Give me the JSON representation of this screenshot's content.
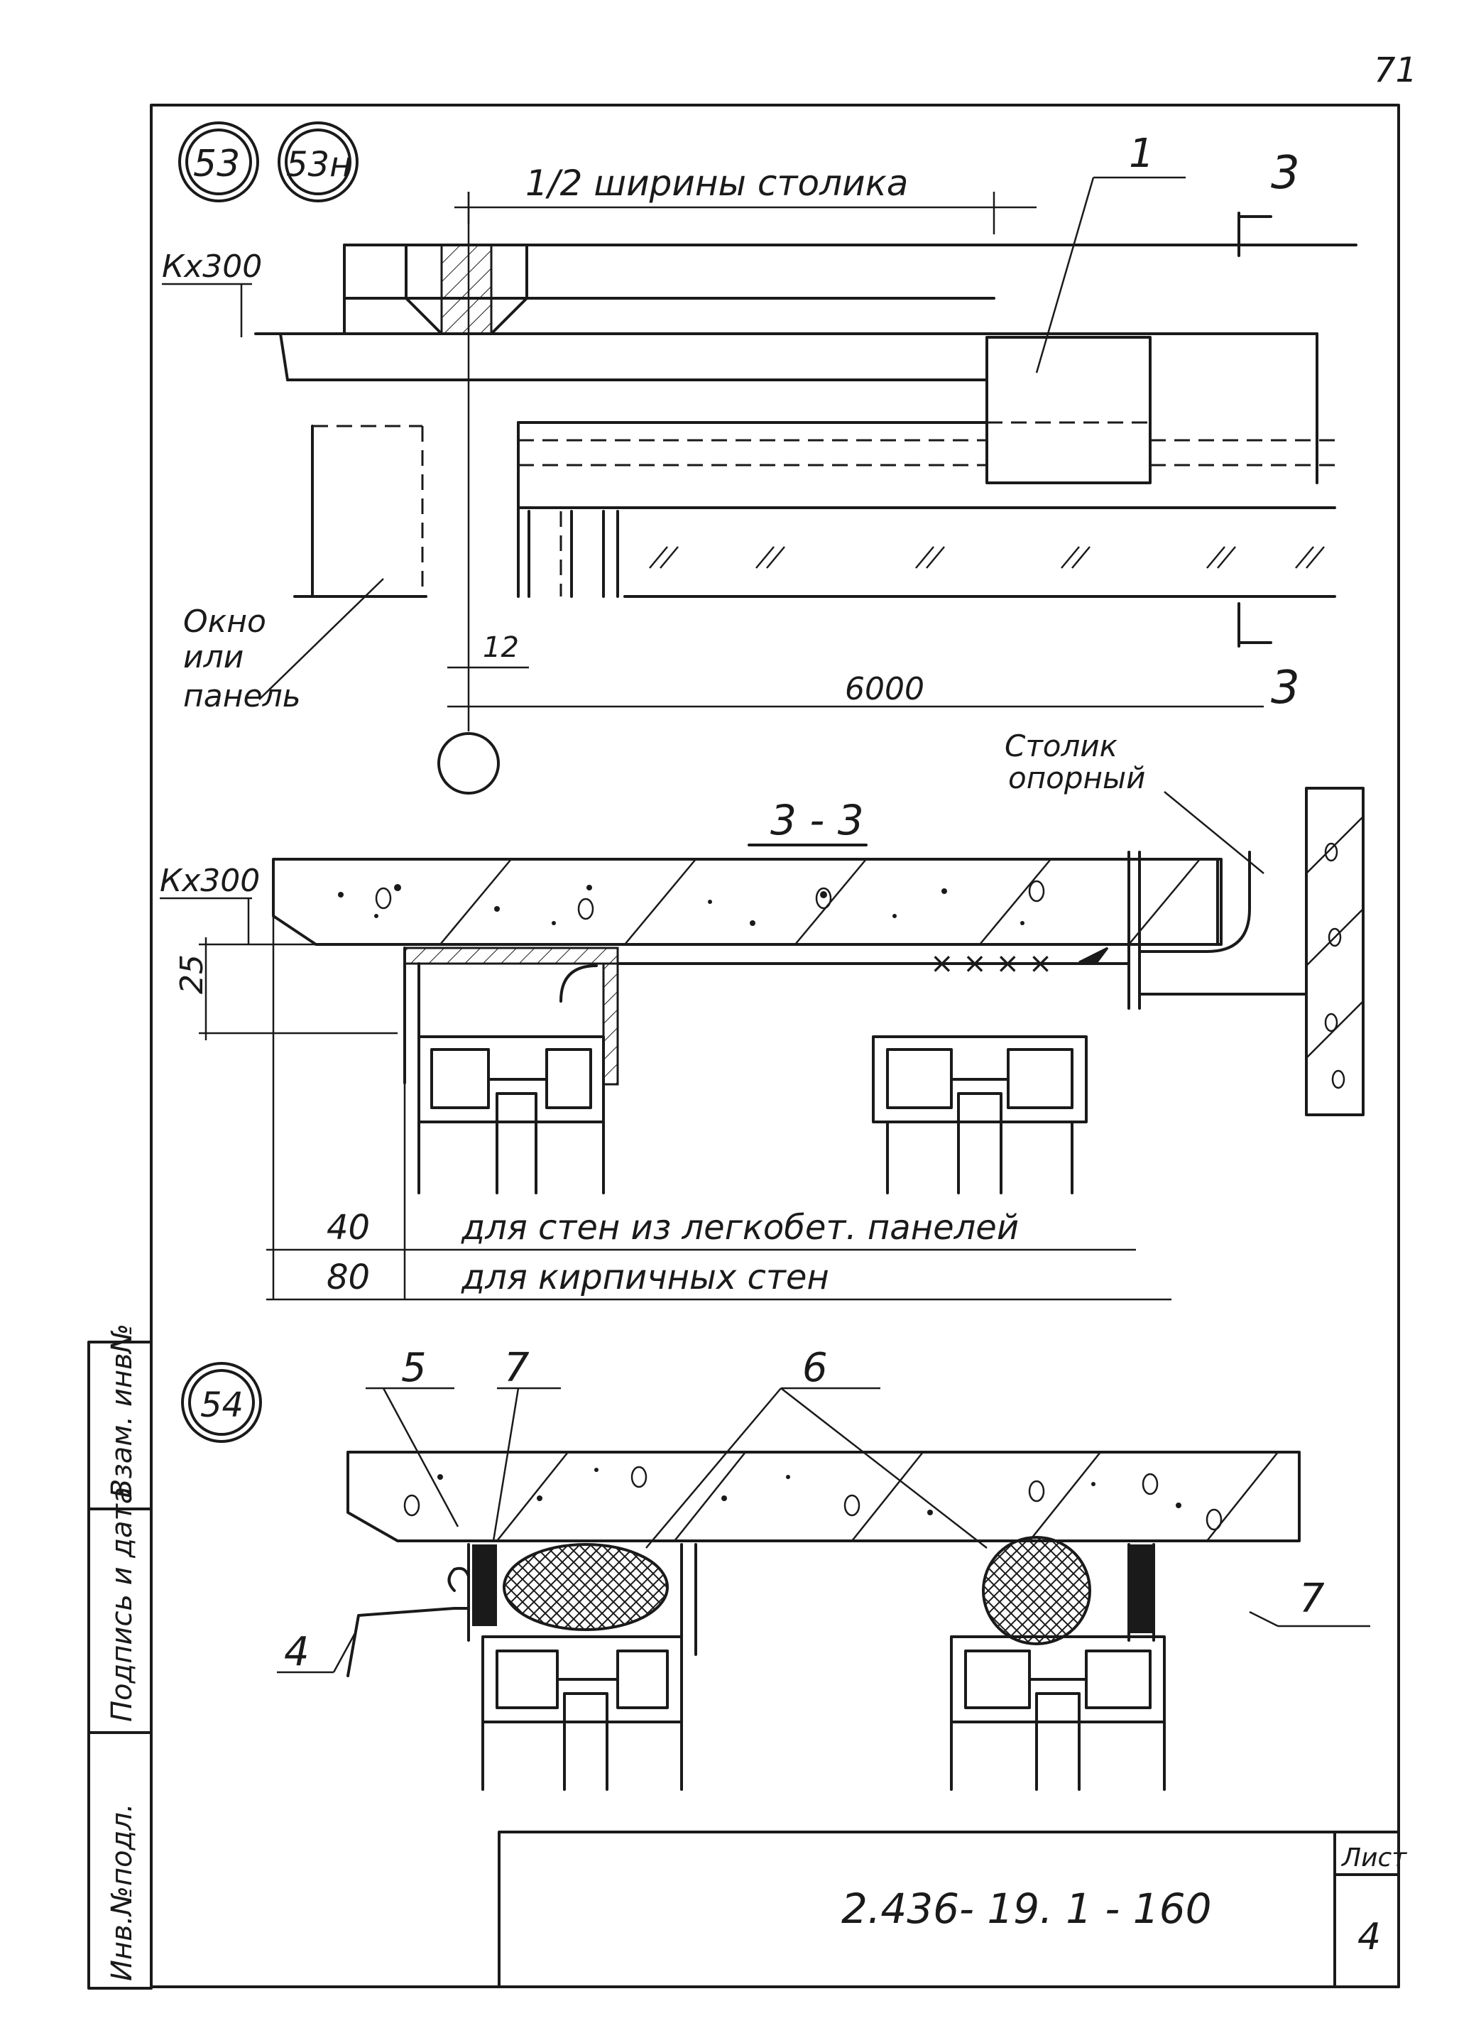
{
  "sheet": {
    "page_number": "71",
    "document_code": "2.436- 19. 1 - 160",
    "sheet_label": "Лист",
    "sheet_number": "4",
    "stamp_columns": [
      "Инв.№подл.",
      "Подпись и дата",
      "Взам. инв№"
    ]
  },
  "detail_53": {
    "markers": [
      "53",
      "53н"
    ],
    "half_width_label": "1/2 ширины столика",
    "callout_1": "1",
    "section_mark": "3",
    "level_label": "Кх300",
    "window_label": [
      "Окно",
      "или",
      "панель"
    ],
    "dim_12": "12",
    "dim_6000": "6000"
  },
  "section_3_3": {
    "title": "3 - 3",
    "support_label": [
      "Столик",
      "опорный"
    ],
    "level_label": "Кх300",
    "dim_25": "25",
    "dim_40": "40",
    "dim_40_text": "для стен из легкобет. панелей",
    "dim_80": "80",
    "dim_80_text": "для кирпичных стен"
  },
  "detail_54": {
    "marker": "54",
    "callouts": [
      "5",
      "7",
      "6",
      "7",
      "4"
    ]
  }
}
